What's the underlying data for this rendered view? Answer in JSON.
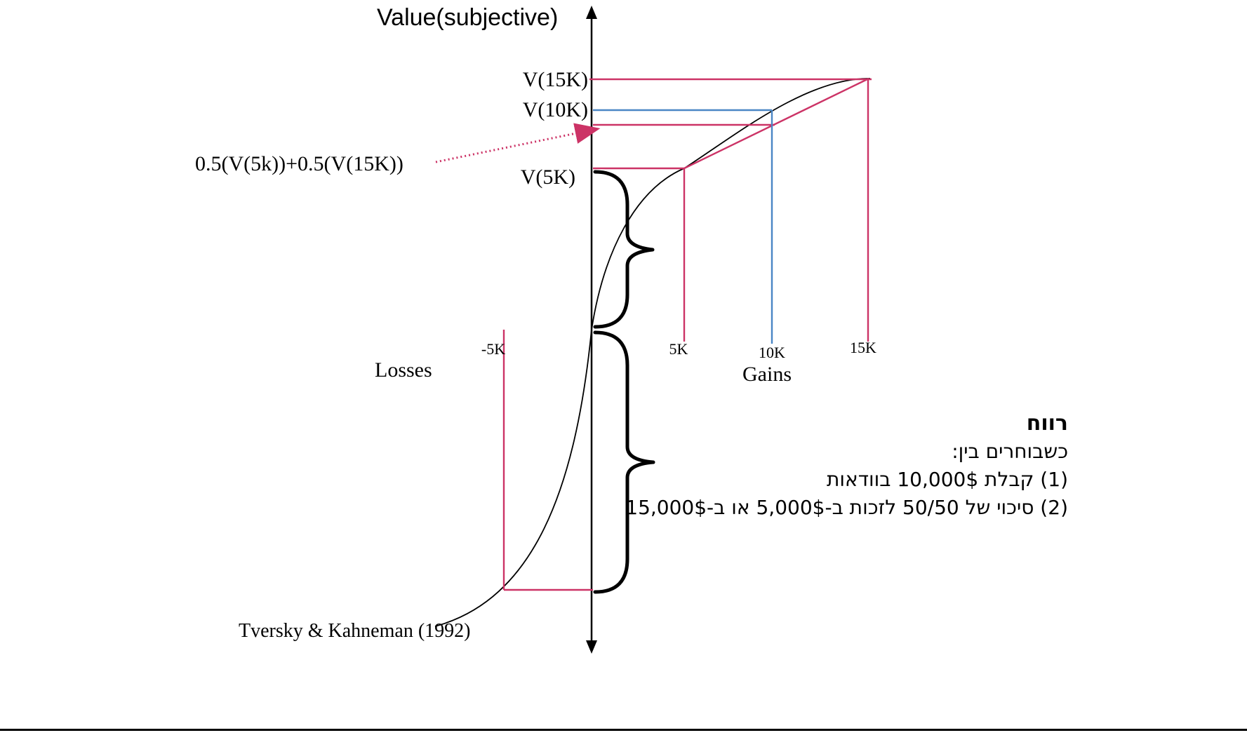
{
  "axis": {
    "title": "Value(subjective)",
    "losses": "Losses",
    "gains": "Gains"
  },
  "value_labels": {
    "v15k": "V(15K)",
    "v10k": "V(10K)",
    "v5k": "V(5K)",
    "expected": "0.5(V(5k))+0.5(V(15K))"
  },
  "ticks": {
    "neg5k": "-5K",
    "p5k": "5K",
    "p10k": "10K",
    "p15k": "15K"
  },
  "citation": "Tversky & Kahneman (1992)",
  "annotation": {
    "heading": "רווח",
    "line1": "כשבוחרים בין:",
    "line2": "(1) קבלת 10,000$ בוודאות",
    "line3": "(2) סיכוי של 50/50 לזכות ב-5,000$ או ב-15,000$"
  },
  "colors": {
    "pink": "#cc3366",
    "blue": "#4a86c5",
    "black": "#000000"
  },
  "chart_data": {
    "type": "line",
    "title": "Value(subjective)",
    "x_axis": {
      "left_label": "Losses",
      "right_label": "Gains",
      "ticks": [
        "-5K",
        "5K",
        "10K",
        "15K"
      ]
    },
    "curve": "S-shaped prospect theory value function: concave over gains, convex over losses",
    "reference_levels": [
      "V(15K)",
      "V(10K)",
      "0.5(V(5k))+0.5(V(15K))",
      "V(5K)"
    ],
    "highlighted_points": [
      {
        "x": "5K",
        "value_label": "V(5K)",
        "color": "#cc3366"
      },
      {
        "x": "10K",
        "value_label": "V(10K)",
        "color": "#4a86c5"
      },
      {
        "x": "15K",
        "value_label": "V(15K)",
        "color": "#cc3366"
      },
      {
        "x": "-5K",
        "value_label": "",
        "color": "#cc3366"
      }
    ],
    "legend": "off",
    "grid": "off"
  }
}
